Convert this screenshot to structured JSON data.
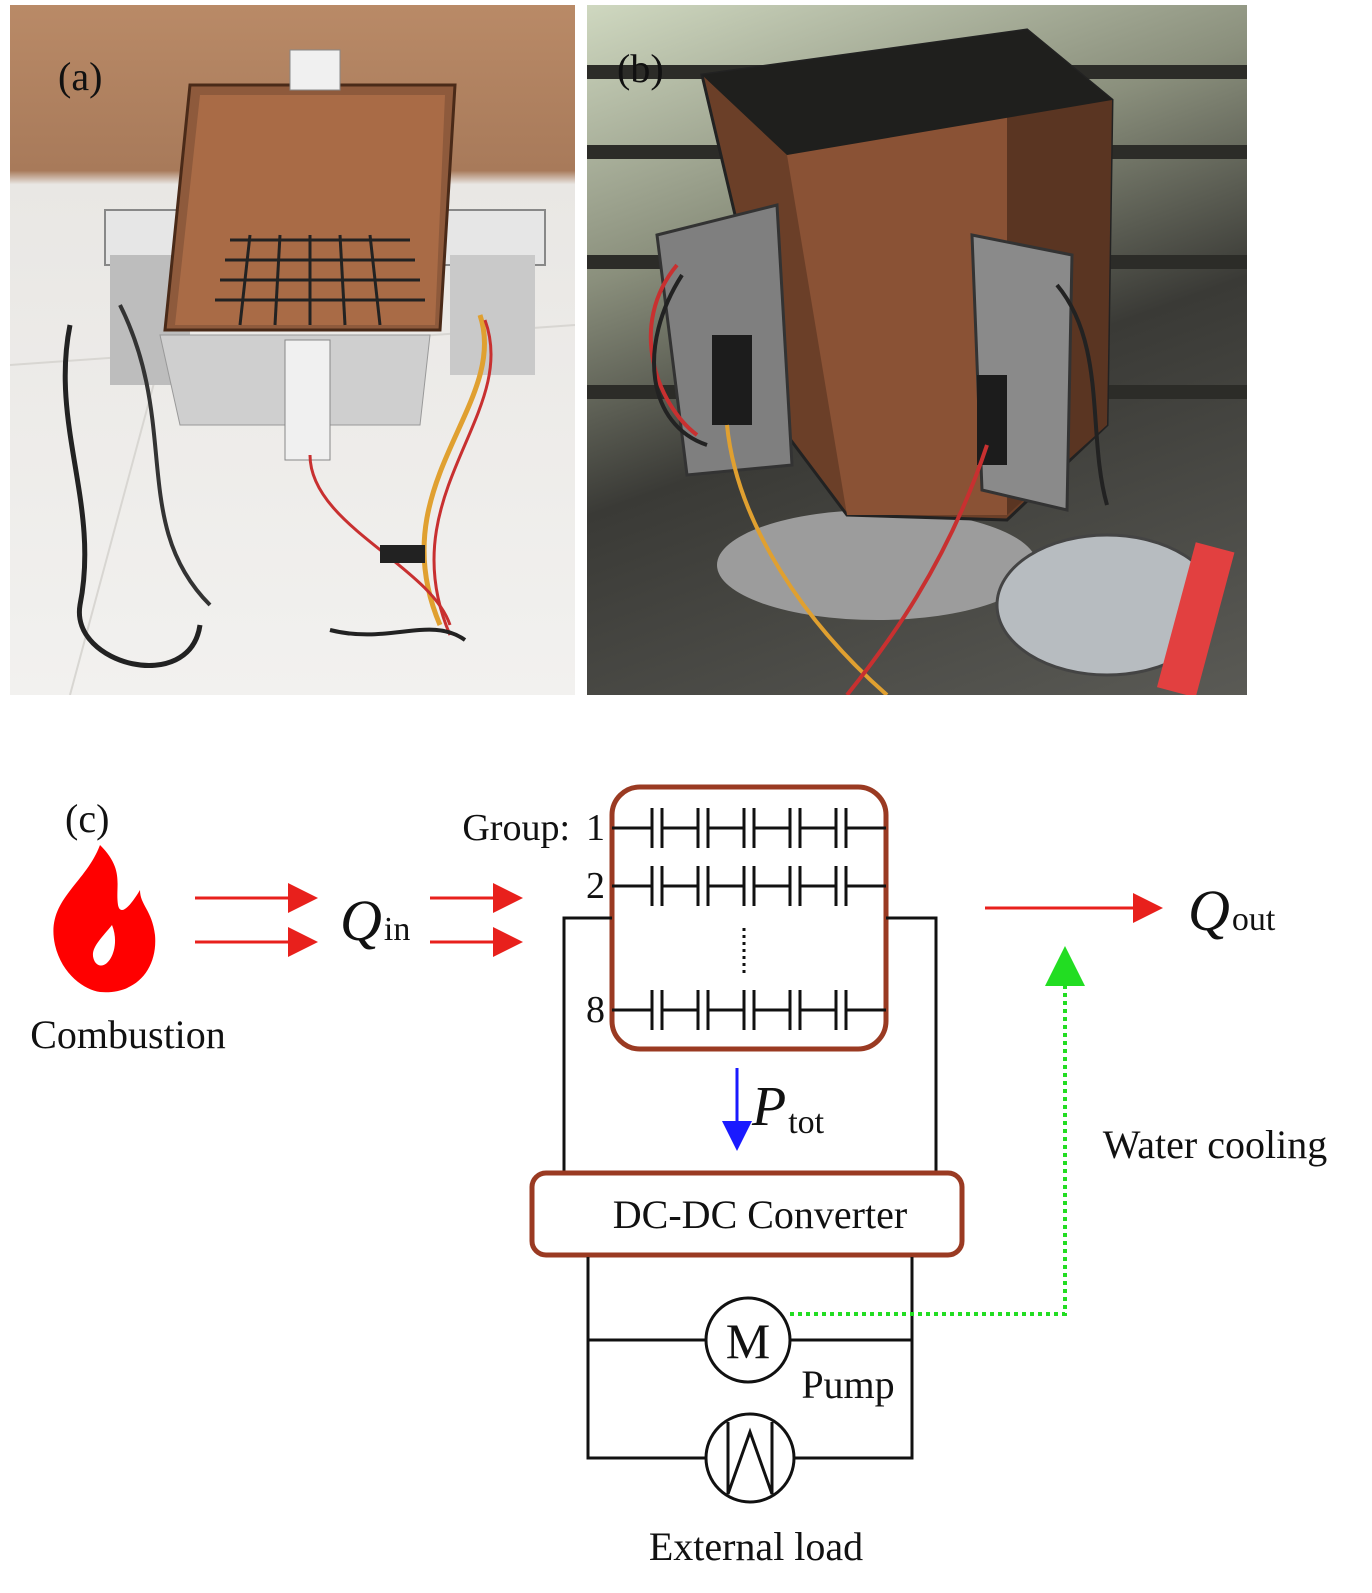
{
  "panels": {
    "a": {
      "label": "(a)"
    },
    "b": {
      "label": "(b)"
    },
    "c": {
      "label": "(c)"
    }
  },
  "diagram": {
    "combustion": "Combustion",
    "q_in_symbol": "Q",
    "q_in_sub": "in",
    "group_prefix": "Group:",
    "group_1": "1",
    "group_2": "2",
    "group_8": "8",
    "p_tot_symbol": "P",
    "p_tot_sub": "tot",
    "converter": "DC-DC Converter",
    "pump_symbol": "M",
    "pump_label": "Pump",
    "external_load": "External load",
    "q_out_symbol": "Q",
    "q_out_sub": "out",
    "water_cooling": "Water cooling"
  },
  "colors": {
    "flame": "#ff0000",
    "heat_arrow": "#e8201c",
    "power_arrow": "#1a1aff",
    "cooling_line": "#22dd22",
    "box_border": "#9a3a22"
  }
}
